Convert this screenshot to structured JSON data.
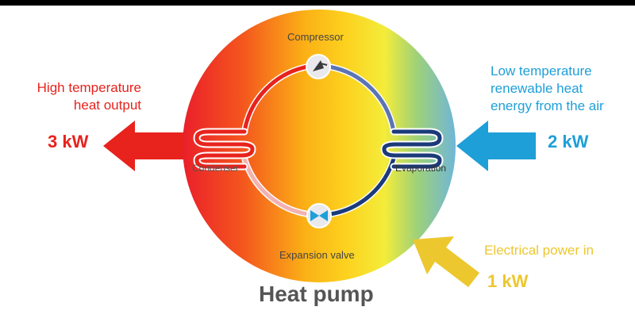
{
  "diagram": {
    "title": "Heat pump",
    "components": {
      "compressor": "Compressor",
      "condenser": "Condenser",
      "evaporation": "Evaporation",
      "expansion_valve": "Expansion valve"
    },
    "output": {
      "label": "High temperature\nheat output",
      "value": "3 kW",
      "color": "#e8221c"
    },
    "input_air": {
      "label": "Low temperature\nrenewable heat\nenergy from the air",
      "value": "2 kW",
      "color": "#1e9fd8"
    },
    "input_electric": {
      "label": "Electrical power in",
      "value": "1 kW",
      "color": "#ecc72e"
    },
    "colors": {
      "hot_pipe": "#e8221c",
      "cold_pipe": "#1b3a7a",
      "warm_pipe": "#f3b2b0",
      "cool_pipe": "#5b74b4"
    }
  }
}
